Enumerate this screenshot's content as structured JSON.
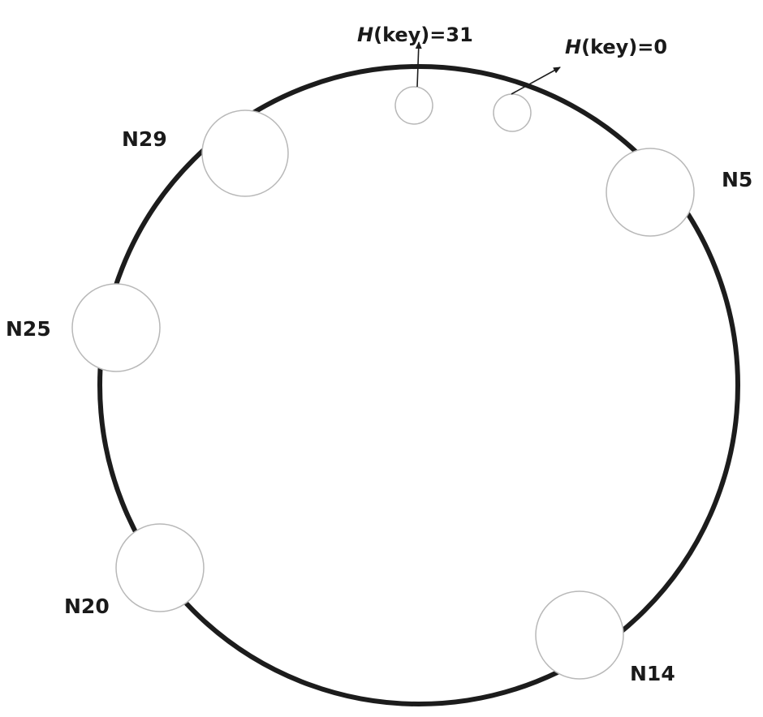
{
  "nodes": [
    {
      "id": "n5",
      "label": "N5"
    },
    {
      "id": "n14",
      "label": "N14"
    },
    {
      "id": "n20",
      "label": "N20"
    },
    {
      "id": "n25",
      "label": "N25"
    },
    {
      "id": "n29",
      "label": "N29"
    }
  ],
  "keys": [
    {
      "id": "h31",
      "fn": "H",
      "text": "(key)=31"
    },
    {
      "id": "h0",
      "fn": "H",
      "text": "(key)=0"
    }
  ],
  "colors": {
    "ring": "#1c1c1c",
    "node_fill": "#ffffff",
    "node_stroke": "#b8b8b8",
    "text": "#1a1a1a"
  }
}
